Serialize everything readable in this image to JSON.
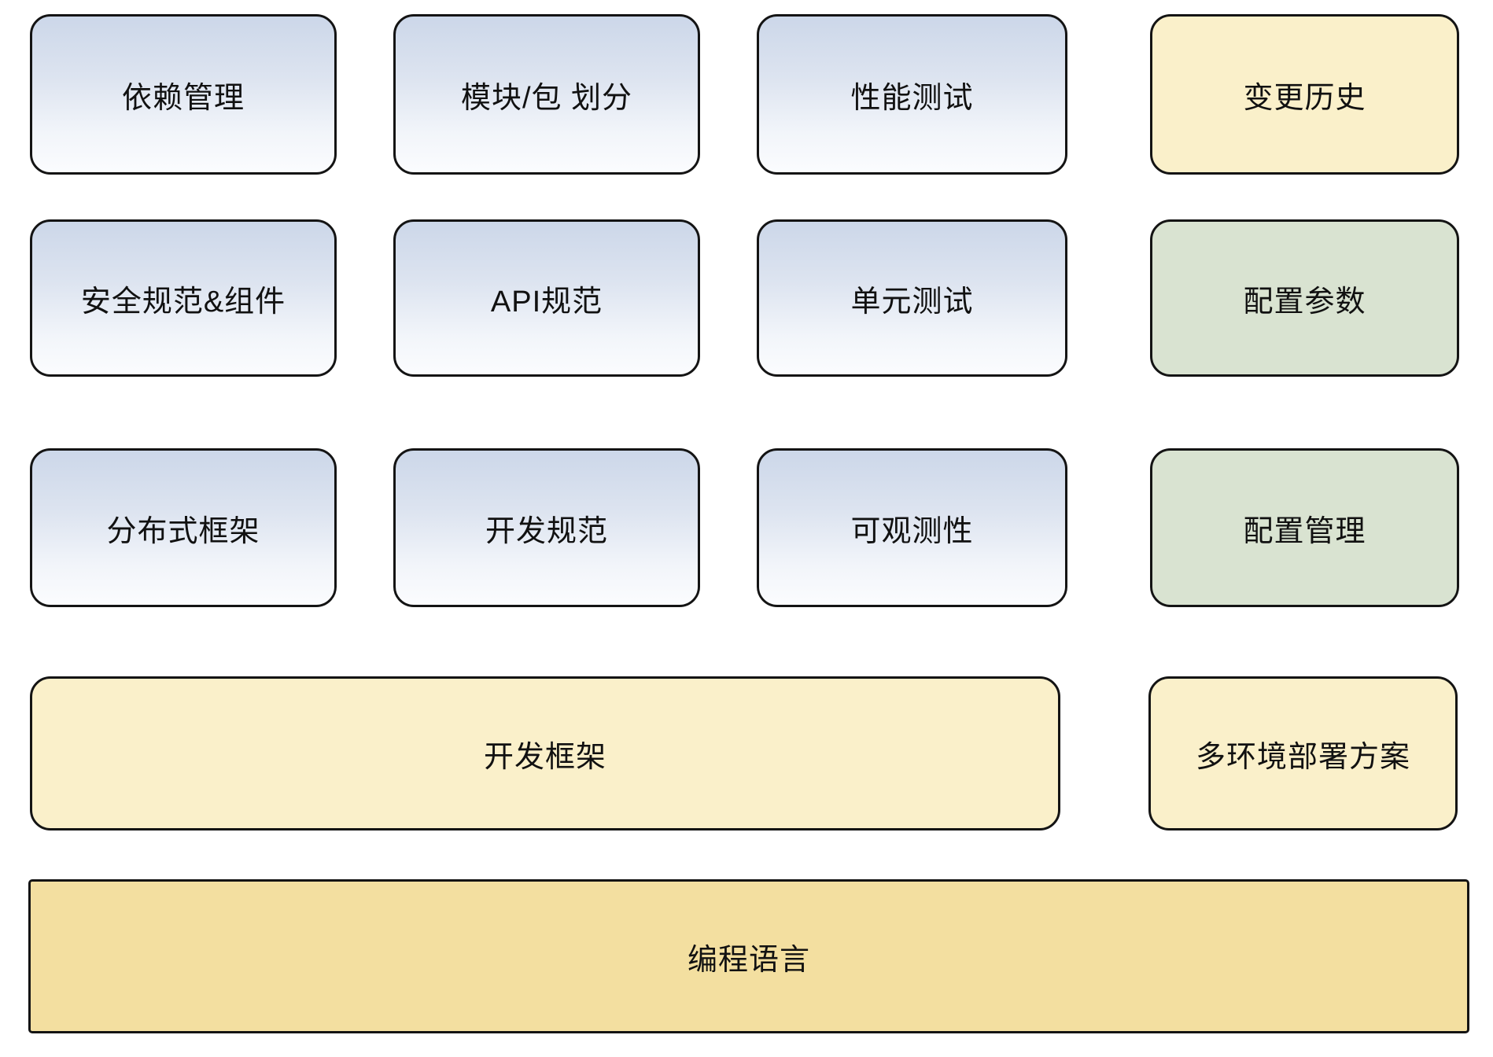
{
  "diagram": {
    "background": "#ffffff",
    "colors": {
      "blue_gradient_top": "#ccd7e9",
      "blue_gradient_bottom": "#fbfcfe",
      "cream_yellow": "#faf0ca",
      "green": "#d9e3d1",
      "gold": "#f3dfa0",
      "border": "#141414",
      "text": "#111111"
    },
    "nodes": [
      {
        "id": "dependency-management",
        "label": "依赖管理",
        "style": "blue"
      },
      {
        "id": "module-package-division",
        "label": "模块/包 划分",
        "style": "blue"
      },
      {
        "id": "performance-testing",
        "label": "性能测试",
        "style": "blue"
      },
      {
        "id": "change-history",
        "label": "变更历史",
        "style": "yellow"
      },
      {
        "id": "security-spec-components",
        "label": "安全规范&组件",
        "style": "blue"
      },
      {
        "id": "api-spec",
        "label": "API规范",
        "style": "blue"
      },
      {
        "id": "unit-testing",
        "label": "单元测试",
        "style": "blue"
      },
      {
        "id": "config-parameters",
        "label": "配置参数",
        "style": "green"
      },
      {
        "id": "distributed-framework",
        "label": "分布式框架",
        "style": "blue"
      },
      {
        "id": "development-spec",
        "label": "开发规范",
        "style": "blue"
      },
      {
        "id": "observability",
        "label": "可观测性",
        "style": "blue"
      },
      {
        "id": "config-management",
        "label": "配置管理",
        "style": "green"
      },
      {
        "id": "development-framework",
        "label": "开发框架",
        "style": "yellow"
      },
      {
        "id": "multi-env-deployment",
        "label": "多环境部署方案",
        "style": "yellow"
      },
      {
        "id": "programming-language",
        "label": "编程语言",
        "style": "gold"
      }
    ]
  }
}
